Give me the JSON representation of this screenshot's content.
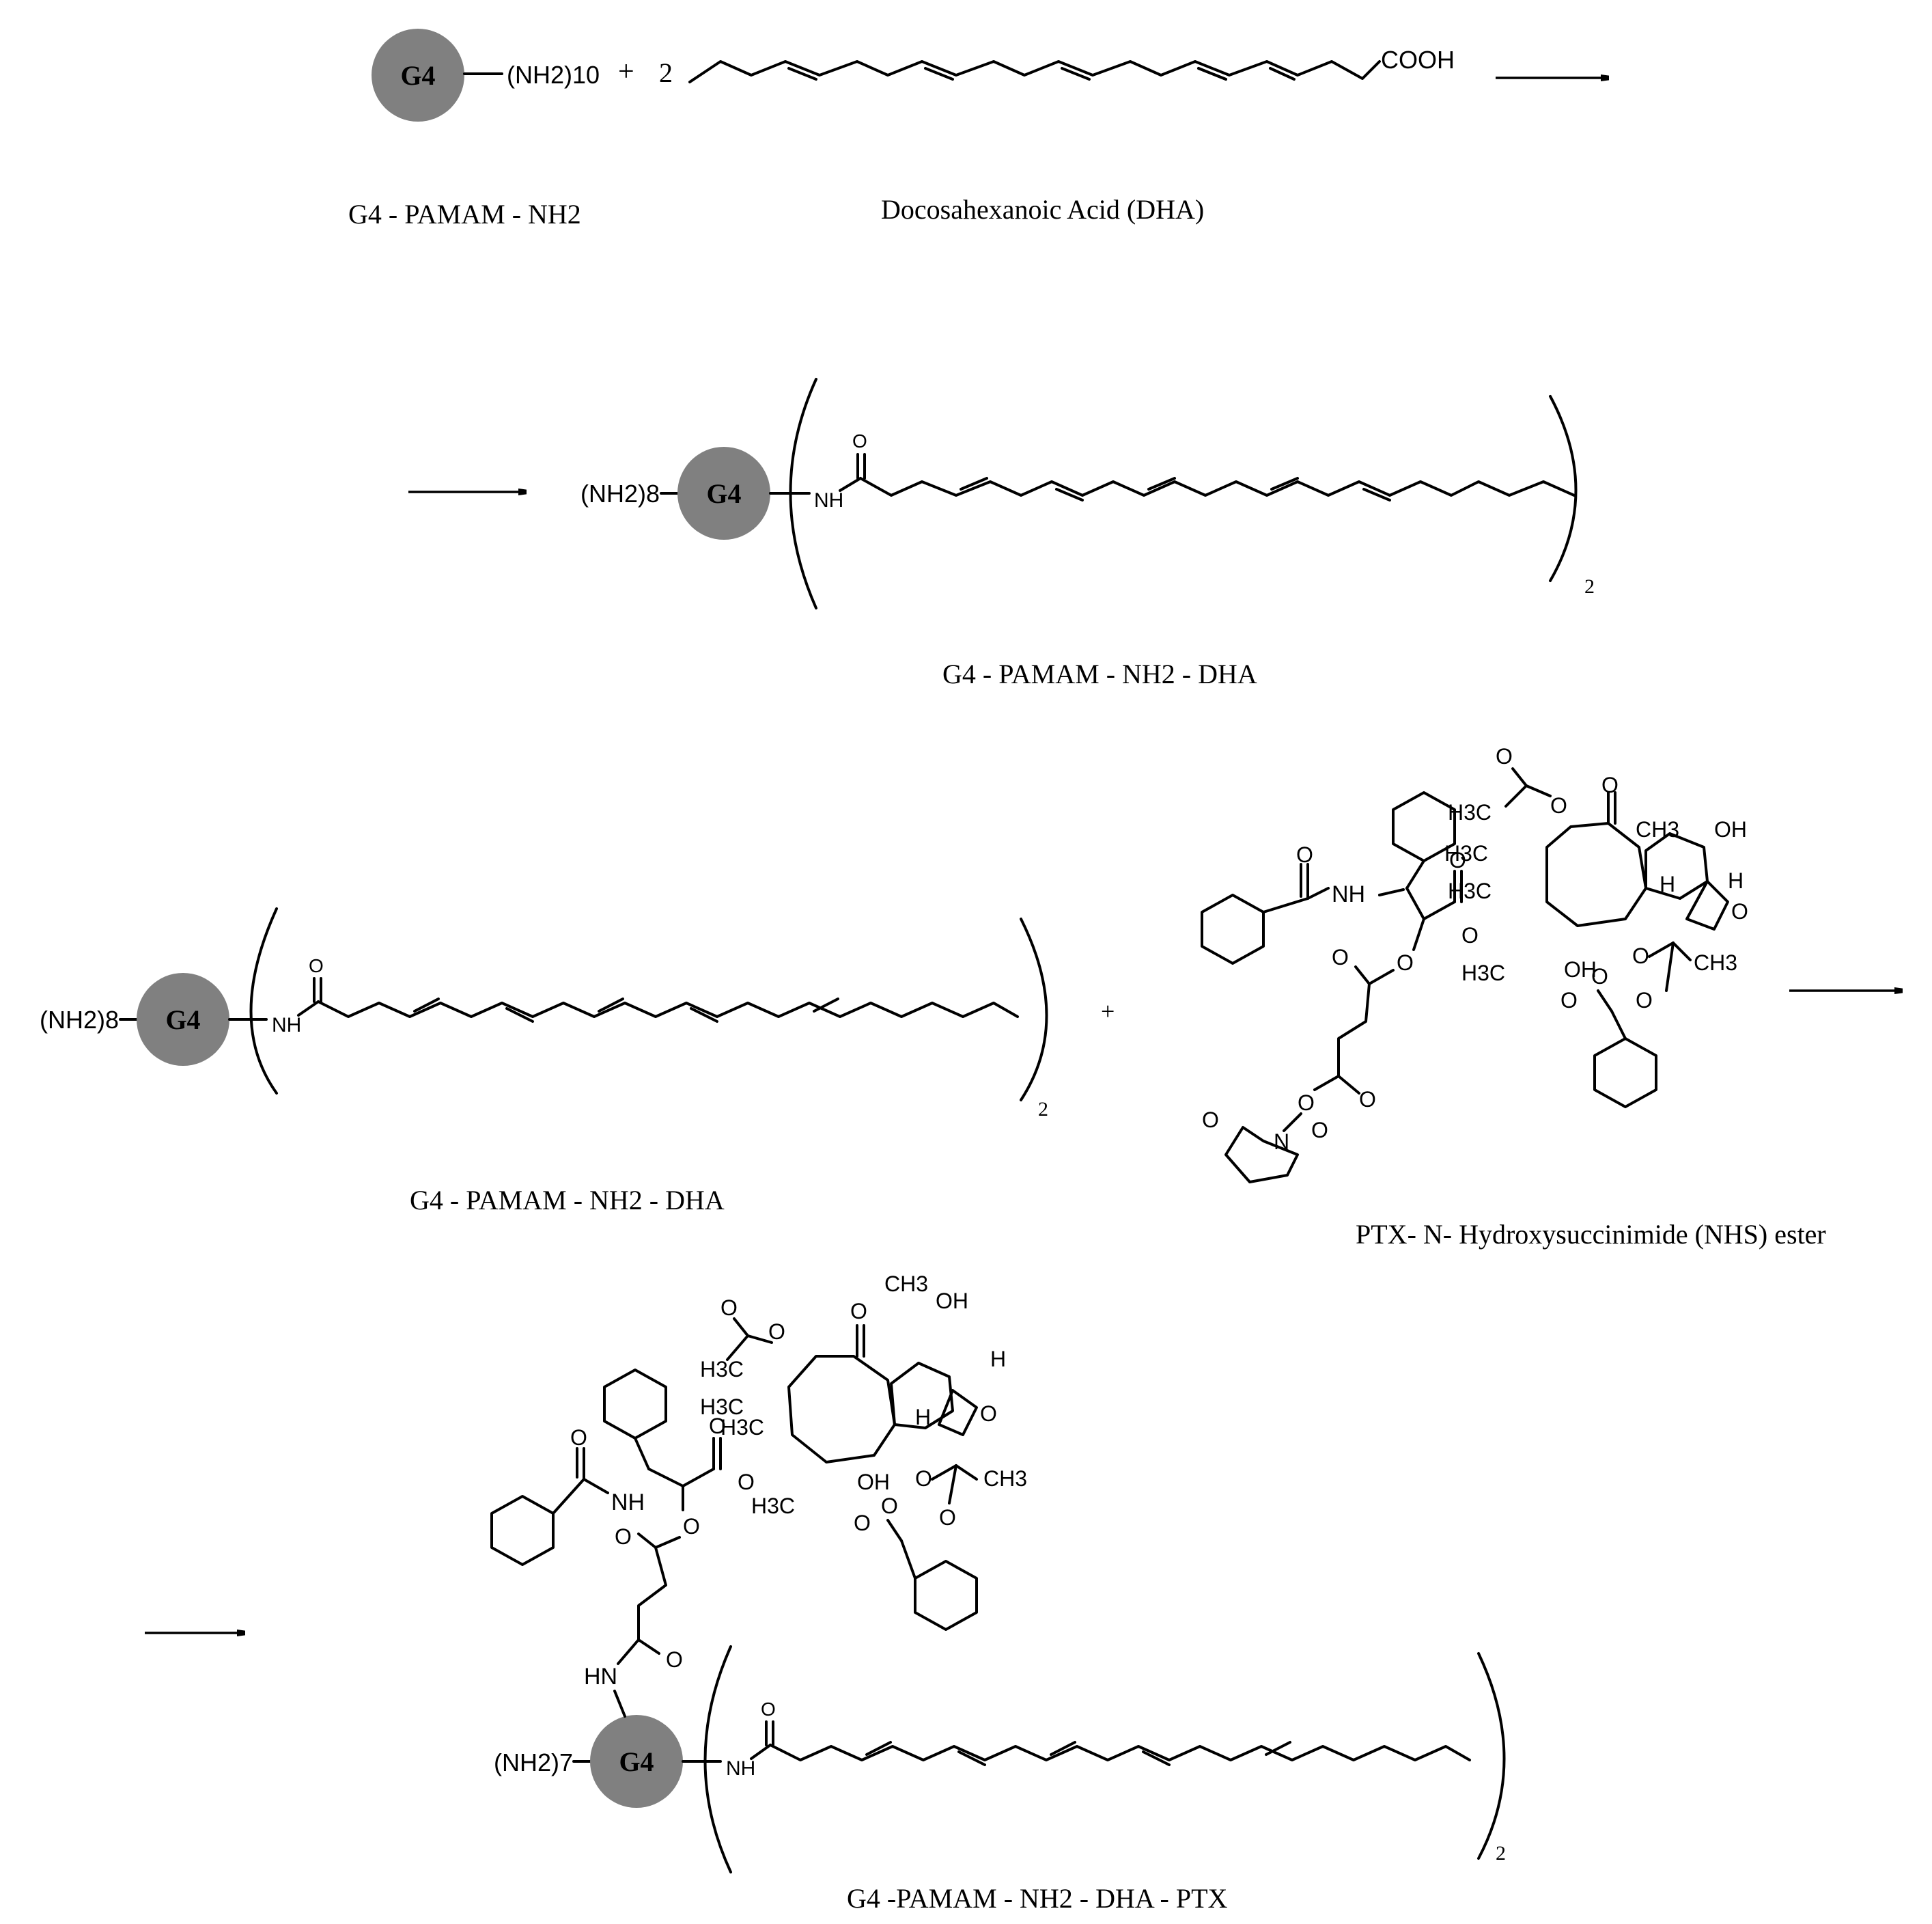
{
  "step1": {
    "g4_label": "G4",
    "amine_groups": "(NH2)10",
    "plus": "+",
    "coefficient": "2",
    "carboxyl": "COOH",
    "reactant1_name": "G4 - PAMAM - NH2",
    "reactant2_name": "Docosahexanoic Acid (DHA)"
  },
  "step2": {
    "amine_groups": "(NH2)8",
    "g4_label": "G4",
    "amide_nh": "NH",
    "amide_o": "O",
    "multiplier": "2",
    "product_name": "G4 - PAMAM - NH2 - DHA"
  },
  "step3": {
    "amine_groups": "(NH2)8",
    "g4_label": "G4",
    "amide_nh": "NH",
    "amide_o": "O",
    "multiplier": "2",
    "plus": "+",
    "reactant1_name": "G4 - PAMAM - NH2 - DHA",
    "reactant2_name": "PTX- N- Hydroxysuccinimide (NHS) ester"
  },
  "step4": {
    "amine_groups": "(NH2)7",
    "g4_label": "G4",
    "amide_nh": "NH",
    "amide_o": "O",
    "linker_nh": "HN",
    "multiplier": "2",
    "product_name": "G4 -PAMAM - NH2 - DHA - PTX"
  },
  "ptx_atom_labels": {
    "h3c": "H3C",
    "ch3": "CH3",
    "oh": "OH",
    "o": "O",
    "h": "H",
    "nh": "NH",
    "n": "N"
  },
  "colors": {
    "dendrimer_fill": "#808080",
    "line": "#000000",
    "background": "#ffffff"
  }
}
